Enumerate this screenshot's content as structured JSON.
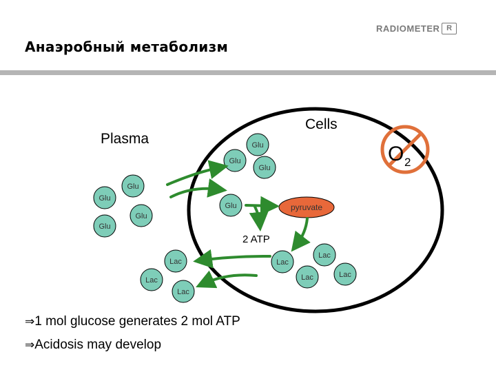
{
  "title": "Анаэробный метаболизм",
  "logo": {
    "text": "RADIOMETER",
    "mark": "R"
  },
  "diagram": {
    "plasma_label": "Plasma",
    "cells_label": "Cells",
    "oxygen": {
      "letter": "O",
      "subscript": "2"
    },
    "glu_label": "Glu",
    "lac_label": "Lac",
    "pyruvate_label": "pyruvate",
    "atp_label": "2 ATP"
  },
  "bullets": [
    {
      "arrow": "⇒",
      "text": "1 mol glucose generates 2 mol ATP"
    },
    {
      "arrow": "⇒",
      "text": "Acidosis may develop"
    }
  ],
  "colors": {
    "arrow_green": "#2e8b2e",
    "pyruvate_fill": "#e8683a",
    "forbidden_red": "#e0703a",
    "rule_gray": "#b5b5b5",
    "logo_gray": "#7a7a7a"
  }
}
